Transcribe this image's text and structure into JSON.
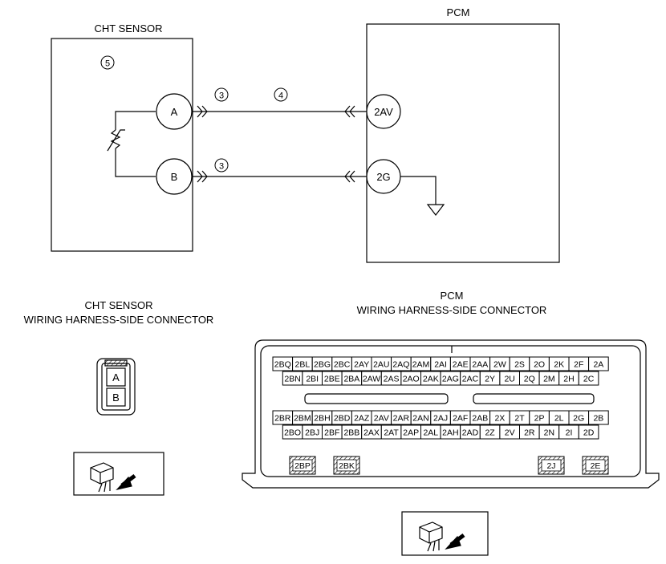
{
  "schematic": {
    "cht_sensor_title": "CHT SENSOR",
    "pcm_title": "PCM",
    "sensor_pins": [
      "A",
      "B"
    ],
    "pcm_pins": [
      "2AV",
      "2G"
    ],
    "callouts": {
      "c3a": "3",
      "c4": "4",
      "c3b": "3",
      "c5": "5"
    }
  },
  "cht_connector": {
    "title_line1": "CHT SENSOR",
    "title_line2": "WIRING HARNESS-SIDE CONNECTOR",
    "pins": [
      "A",
      "B"
    ]
  },
  "pcm_connector": {
    "title_line1": "PCM",
    "title_line2": "WIRING HARNESS-SIDE CONNECTOR",
    "rows": [
      [
        "2BQ",
        "2BL",
        "2BG",
        "2BC",
        "2AY",
        "2AU",
        "2AQ",
        "2AM",
        "2AI",
        "2AE",
        "2AA",
        "2W",
        "2S",
        "2O",
        "2K",
        "2F",
        "2A"
      ],
      [
        "2BN",
        "2BI",
        "2BE",
        "2BA",
        "2AW",
        "2AS",
        "2AO",
        "2AK",
        "2AG",
        "2AC",
        "2Y",
        "2U",
        "2Q",
        "2M",
        "2H",
        "2C"
      ],
      [
        "2BR",
        "2BM",
        "2BH",
        "2BD",
        "2AZ",
        "2AV",
        "2AR",
        "2AN",
        "2AJ",
        "2AF",
        "2AB",
        "2X",
        "2T",
        "2P",
        "2L",
        "2G",
        "2B"
      ],
      [
        "2BO",
        "2BJ",
        "2BF",
        "2BB",
        "2AX",
        "2AT",
        "2AP",
        "2AL",
        "2AH",
        "2AD",
        "2Z",
        "2V",
        "2R",
        "2N",
        "2I",
        "2D"
      ]
    ],
    "hatched": [
      "2BP",
      "2BK",
      "2J",
      "2E"
    ]
  }
}
